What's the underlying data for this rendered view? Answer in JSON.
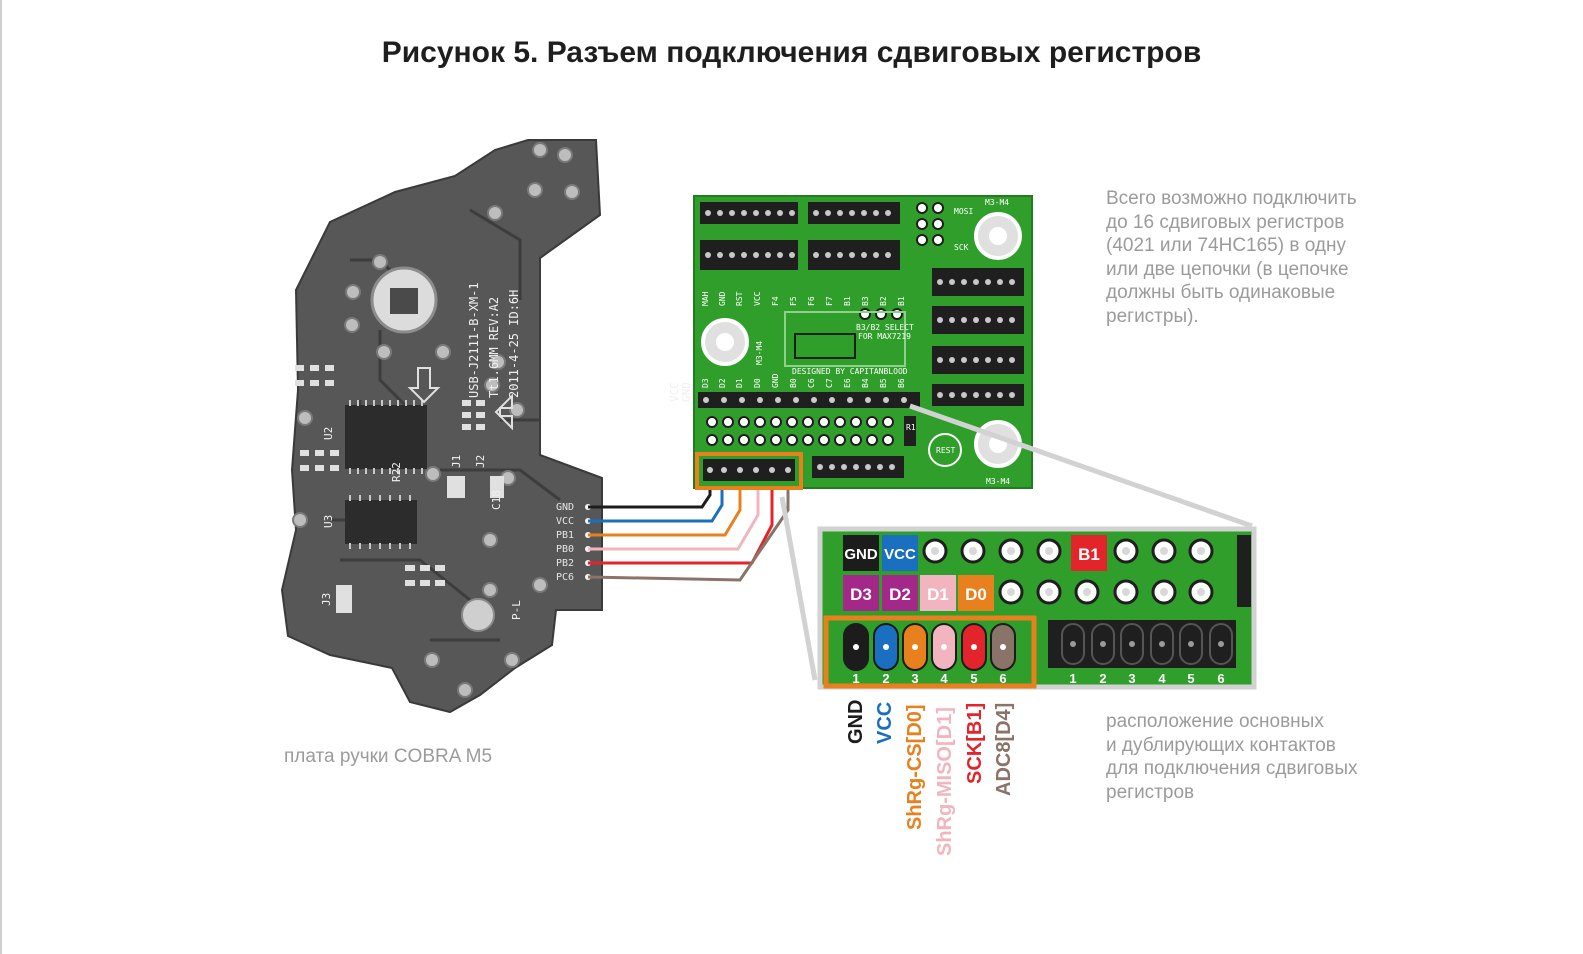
{
  "title": "Рисунок 5. Разъем подключения сдвиговых регистров",
  "note_top": "Всего возможно подключить\nдо 16 сдвиговых регистров\n(4021 или 74HC165) в одну\nили две цепочки (в цепочке\nдолжны быть одинаковые\nрегистры).",
  "note_bottom": "расположение основных\nи дублирующих контактов\nдля подключения сдвиговых\nрегистров",
  "caption_left": "плата ручки COBRA M5",
  "cobra_board": {
    "silk_lines": [
      "USB-J2111-B-XM-1",
      "Tt1.6MM  REV:A2",
      "2011-4-25 ID:6H"
    ],
    "side_labels": [
      "VCC",
      "GND",
      "R"
    ],
    "ref_labels": [
      "U2",
      "U3",
      "J1",
      "J2",
      "J3",
      "R22",
      "C18",
      "P-L"
    ],
    "pin_labels": [
      "GND",
      "VCC",
      "PB1",
      "PB0",
      "PB2",
      "PC6"
    ]
  },
  "green_board": {
    "pin_row_labels": [
      "MAH",
      "GND",
      "RST",
      "VCC",
      "F4",
      "F5",
      "F6",
      "F7",
      "B1",
      "B3",
      "B2",
      "B1"
    ],
    "bottom_row_labels": [
      "D3",
      "D2",
      "D1",
      "D0",
      "GND",
      "B0",
      "C6",
      "C7",
      "E6",
      "B4",
      "B5",
      "B6"
    ],
    "labels": [
      "MOSI",
      "SCK",
      "M3-M4",
      "B3/B2 SELECT",
      "FOR MAX7219",
      "DESIGNED BY CAPITANBLOOD",
      "R1",
      "REST",
      "M3-M4",
      "M3-M4"
    ]
  },
  "zoom": {
    "pads": [
      {
        "label": "GND",
        "color": "#1c1c1c"
      },
      {
        "label": "VCC",
        "color": "#1a6fc0"
      },
      {
        "label": "B1",
        "color": "#e3242b"
      },
      {
        "label": "D3",
        "color": "#a3288a"
      },
      {
        "label": "D2",
        "color": "#a3288a"
      },
      {
        "label": "D1",
        "color": "#f2b4bf"
      },
      {
        "label": "D0",
        "color": "#e8801e"
      }
    ],
    "connector_numbers": [
      "1",
      "2",
      "3",
      "4",
      "5",
      "6"
    ],
    "second_connector_numbers": [
      "1",
      "2",
      "3",
      "4",
      "5",
      "6"
    ]
  },
  "signals": [
    {
      "label": "GND",
      "color": "#1c1c1c"
    },
    {
      "label": "VCC",
      "color": "#1a6fc0"
    },
    {
      "label": "ShRg-CS[D0]",
      "color": "#e8801e"
    },
    {
      "label": "ShRg-MISO[D1]",
      "color": "#f2b4bf"
    },
    {
      "label": "SCK[B1]",
      "color": "#e3242b"
    },
    {
      "label": "ADC8[D4]",
      "color": "#8a7368"
    }
  ],
  "colors": {
    "pcb_dark": "#555555",
    "pcb_green": "#2f9e2a",
    "highlight_orange": "#e8801e",
    "text_gray": "#9b9b9b"
  }
}
